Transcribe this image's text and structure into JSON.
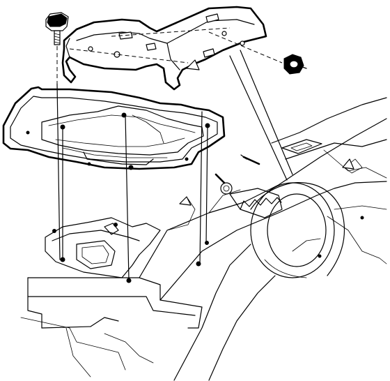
{
  "figure": {
    "kind": "exploded-assembly-line-drawing",
    "style": "black-and-white technical illustration",
    "parts": [
      "mounting-bolt",
      "bracket",
      "tray",
      "nut",
      "vehicle-body-panel",
      "wheel-well",
      "frame-rail",
      "stud"
    ]
  }
}
